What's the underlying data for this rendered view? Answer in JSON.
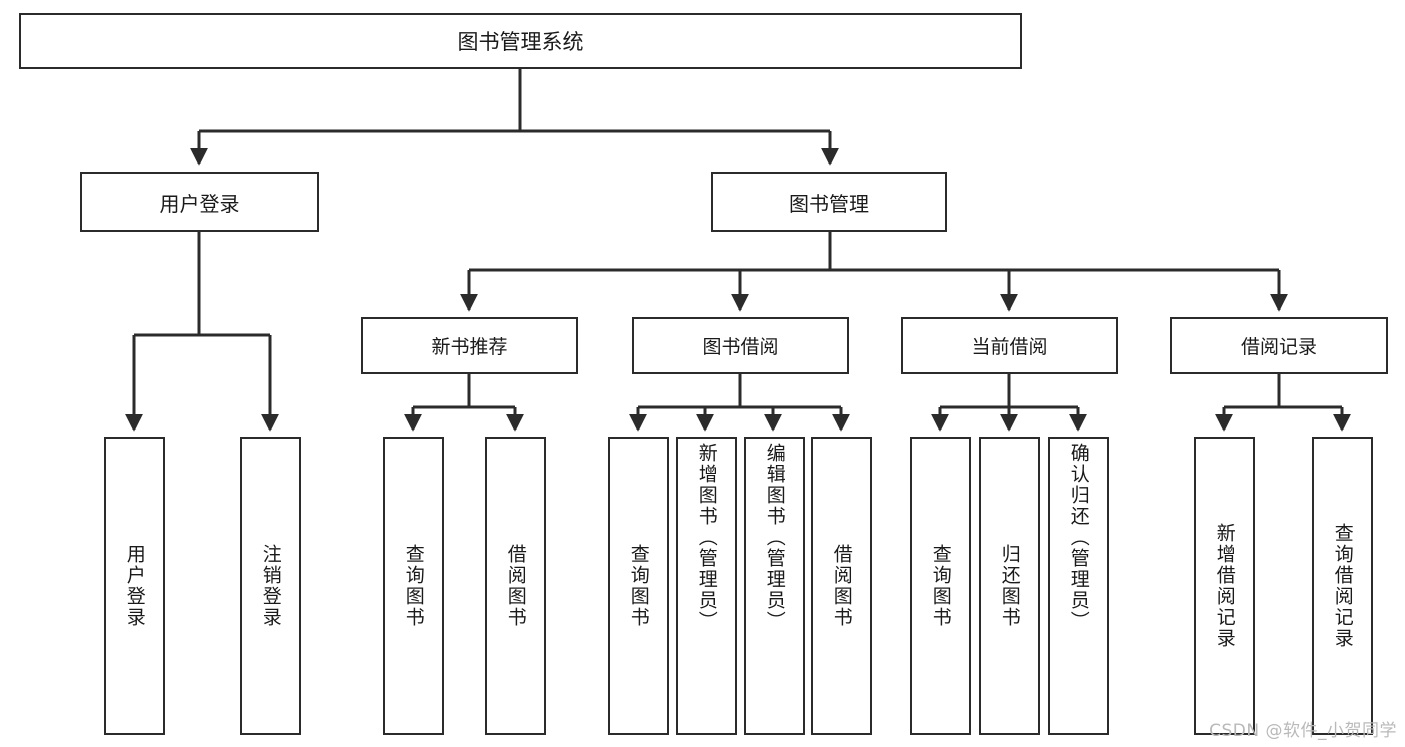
{
  "diagram": {
    "title": "图书管理系统",
    "type": "tree",
    "root": {
      "id": "root",
      "label": "图书管理系统"
    },
    "level1": [
      {
        "id": "user-login",
        "label": "用户登录"
      },
      {
        "id": "book-management",
        "label": "图书管理"
      }
    ],
    "level2": [
      {
        "id": "new-book-recommend",
        "label": "新书推荐",
        "parent": "book-management"
      },
      {
        "id": "book-borrow",
        "label": "图书借阅",
        "parent": "book-management"
      },
      {
        "id": "current-borrow",
        "label": "当前借阅",
        "parent": "book-management"
      },
      {
        "id": "borrow-record",
        "label": "借阅记录",
        "parent": "book-management"
      }
    ],
    "leaves": {
      "user-login": [
        {
          "id": "leaf-user-login",
          "label": "用户登录"
        },
        {
          "id": "leaf-logout-login",
          "label": "注销登录"
        }
      ],
      "new-book-recommend": [
        {
          "id": "leaf-query-book-1",
          "label": "查询图书"
        },
        {
          "id": "leaf-borrow-book-1",
          "label": "借阅图书"
        }
      ],
      "book-borrow": [
        {
          "id": "leaf-query-book-2",
          "label": "查询图书"
        },
        {
          "id": "leaf-add-book",
          "label": "新增图书（管理员）"
        },
        {
          "id": "leaf-edit-book",
          "label": "编辑图书（管理员）"
        },
        {
          "id": "leaf-borrow-book-2",
          "label": "借阅图书"
        }
      ],
      "current-borrow": [
        {
          "id": "leaf-query-book-3",
          "label": "查询图书"
        },
        {
          "id": "leaf-return-book",
          "label": "归还图书"
        },
        {
          "id": "leaf-confirm-return",
          "label": "确认归还（管理员）"
        }
      ],
      "borrow-record": [
        {
          "id": "leaf-add-record",
          "label": "新增借阅记录"
        },
        {
          "id": "leaf-query-record",
          "label": "查询借阅记录"
        }
      ]
    }
  },
  "watermark": {
    "text": "CSDN @软件_小贺同学"
  },
  "colors": {
    "stroke": "#2b2b2b",
    "background": "#ffffff",
    "text": "#1a1a1a",
    "watermark": "#b9b9b9"
  }
}
